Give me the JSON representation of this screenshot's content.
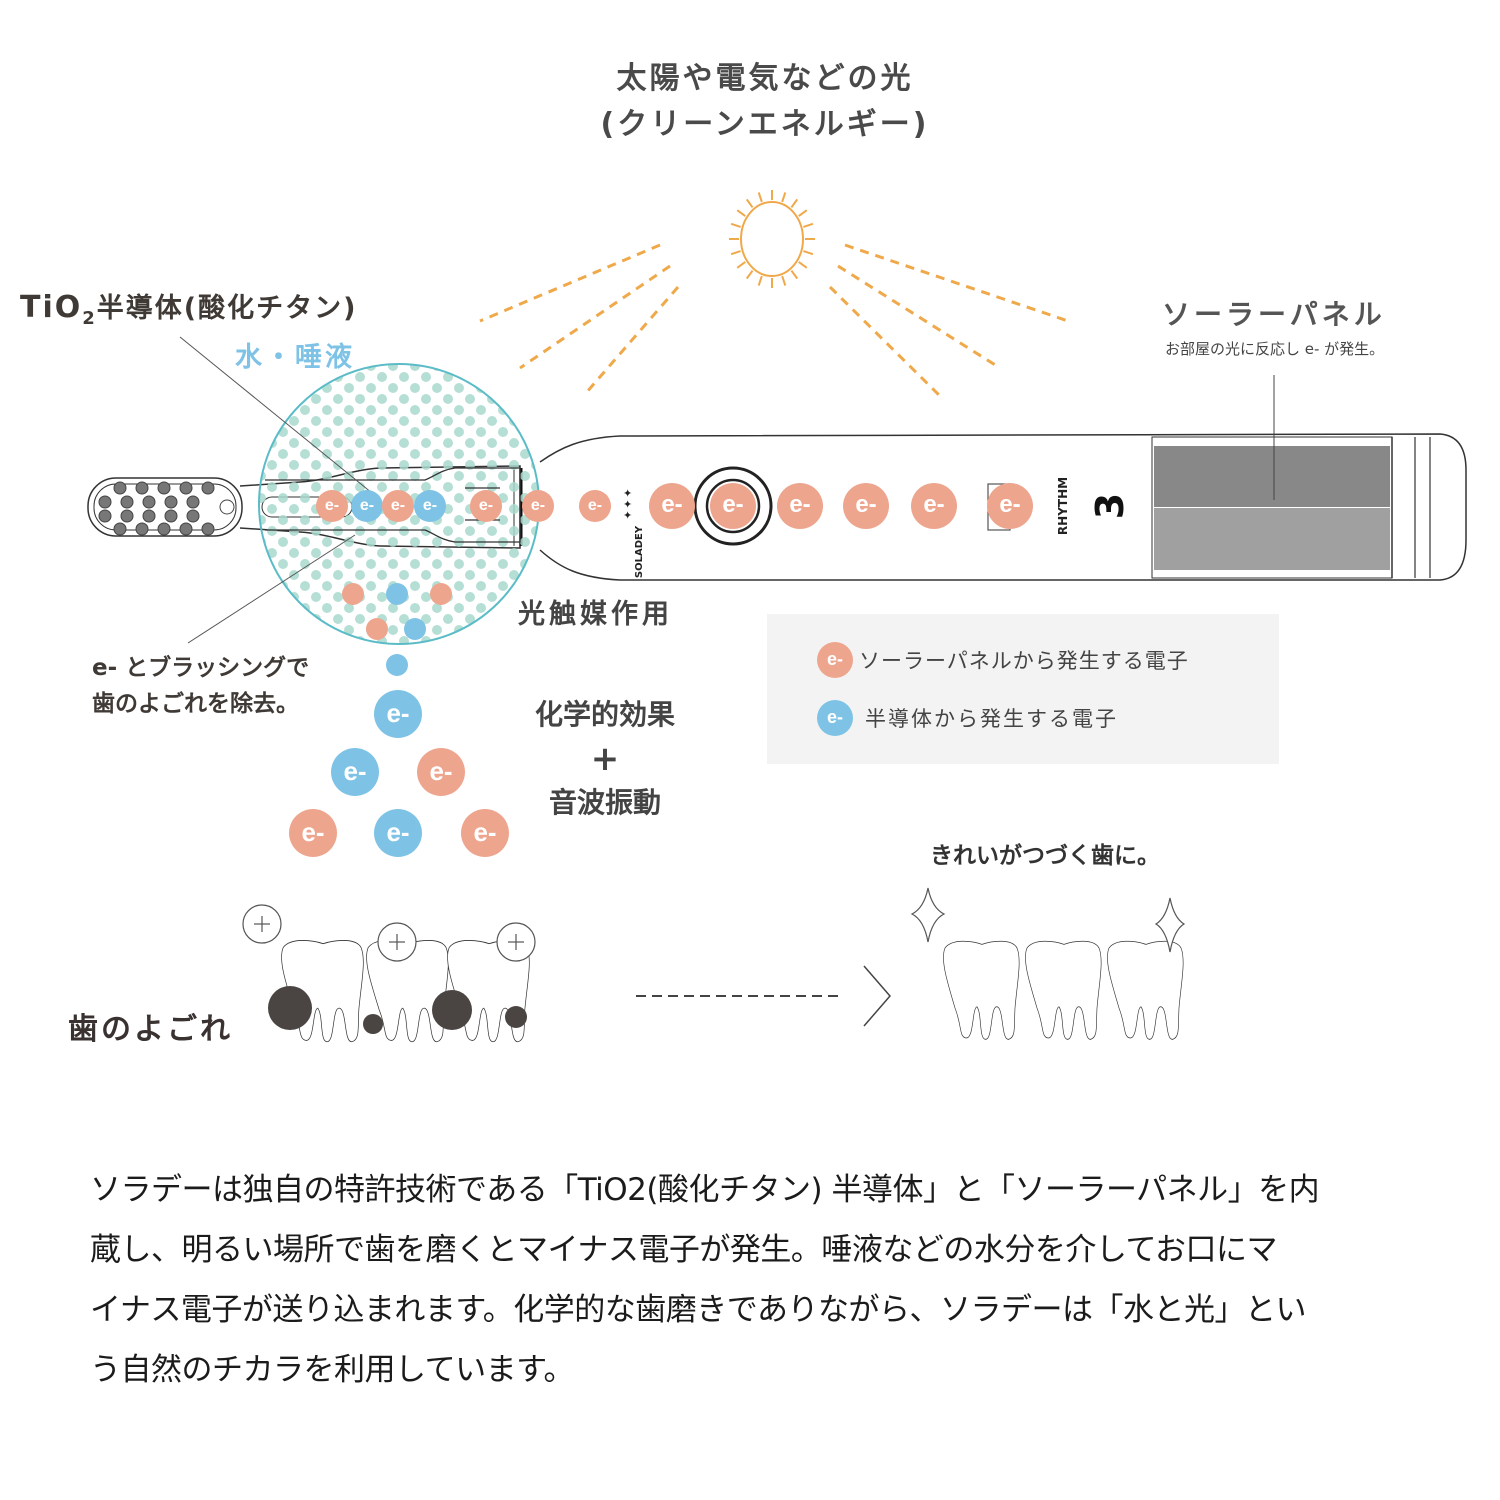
{
  "header": {
    "title_line1": "太陽や電気などの光",
    "title_line2": "(クリーンエネルギー)"
  },
  "labels": {
    "tio2_prefix": "TiO",
    "tio2_sub": "2",
    "tio2_rest": "半導体(酸化チタン)",
    "water_saliva": "水・唾液",
    "solar_panel_title": "ソーラーパネル",
    "solar_panel_desc": "お部屋の光に反応し e- が発生。",
    "photocatalysis": "光触媒作用",
    "brushing_line1": "e- とブラッシングで",
    "brushing_line2": "歯のよごれを除去。",
    "chemical_effect": "化学的効果",
    "plus": "+",
    "sonic_vibration": "音波振動",
    "dirty_teeth": "歯のよごれ",
    "clean_teeth": "きれいがつづく歯に。"
  },
  "toothbrush": {
    "brand": "SOLADEY",
    "mode_label": "RHYTHM",
    "mode_value": "3"
  },
  "electron_label": "e-",
  "legend": {
    "items": [
      {
        "color": "#eea58e",
        "text": "ソーラーパネルから発生する電子"
      },
      {
        "color": "#7ec3e6",
        "text": "半導体から発生する電子"
      }
    ]
  },
  "tooth_plus_symbol": "+",
  "colors": {
    "solar_electron": "#eea58e",
    "semiconductor_electron": "#7ec3e6",
    "sun_rays": "#f0a94a",
    "water_circle": "#5bbcc8",
    "water_dots": "#a8d8cc",
    "plaque": "#4a4542",
    "solar_panel_top": "#888888",
    "solar_panel_bottom": "#a0a0a0"
  },
  "description": {
    "line1": "ソラデーは独自の特許技術である「TiO2(酸化チタン) 半導体」と「ソーラーパネル」を内",
    "line2": "蔵し、明るい場所で歯を磨くとマイナス電子が発生。唾液などの水分を介してお口にマ",
    "line3": "イナス電子が送り込まれます。化学的な歯磨きでありながら、ソラデーは「水と光」とい",
    "line4": "う自然のチカラを利用しています。"
  }
}
